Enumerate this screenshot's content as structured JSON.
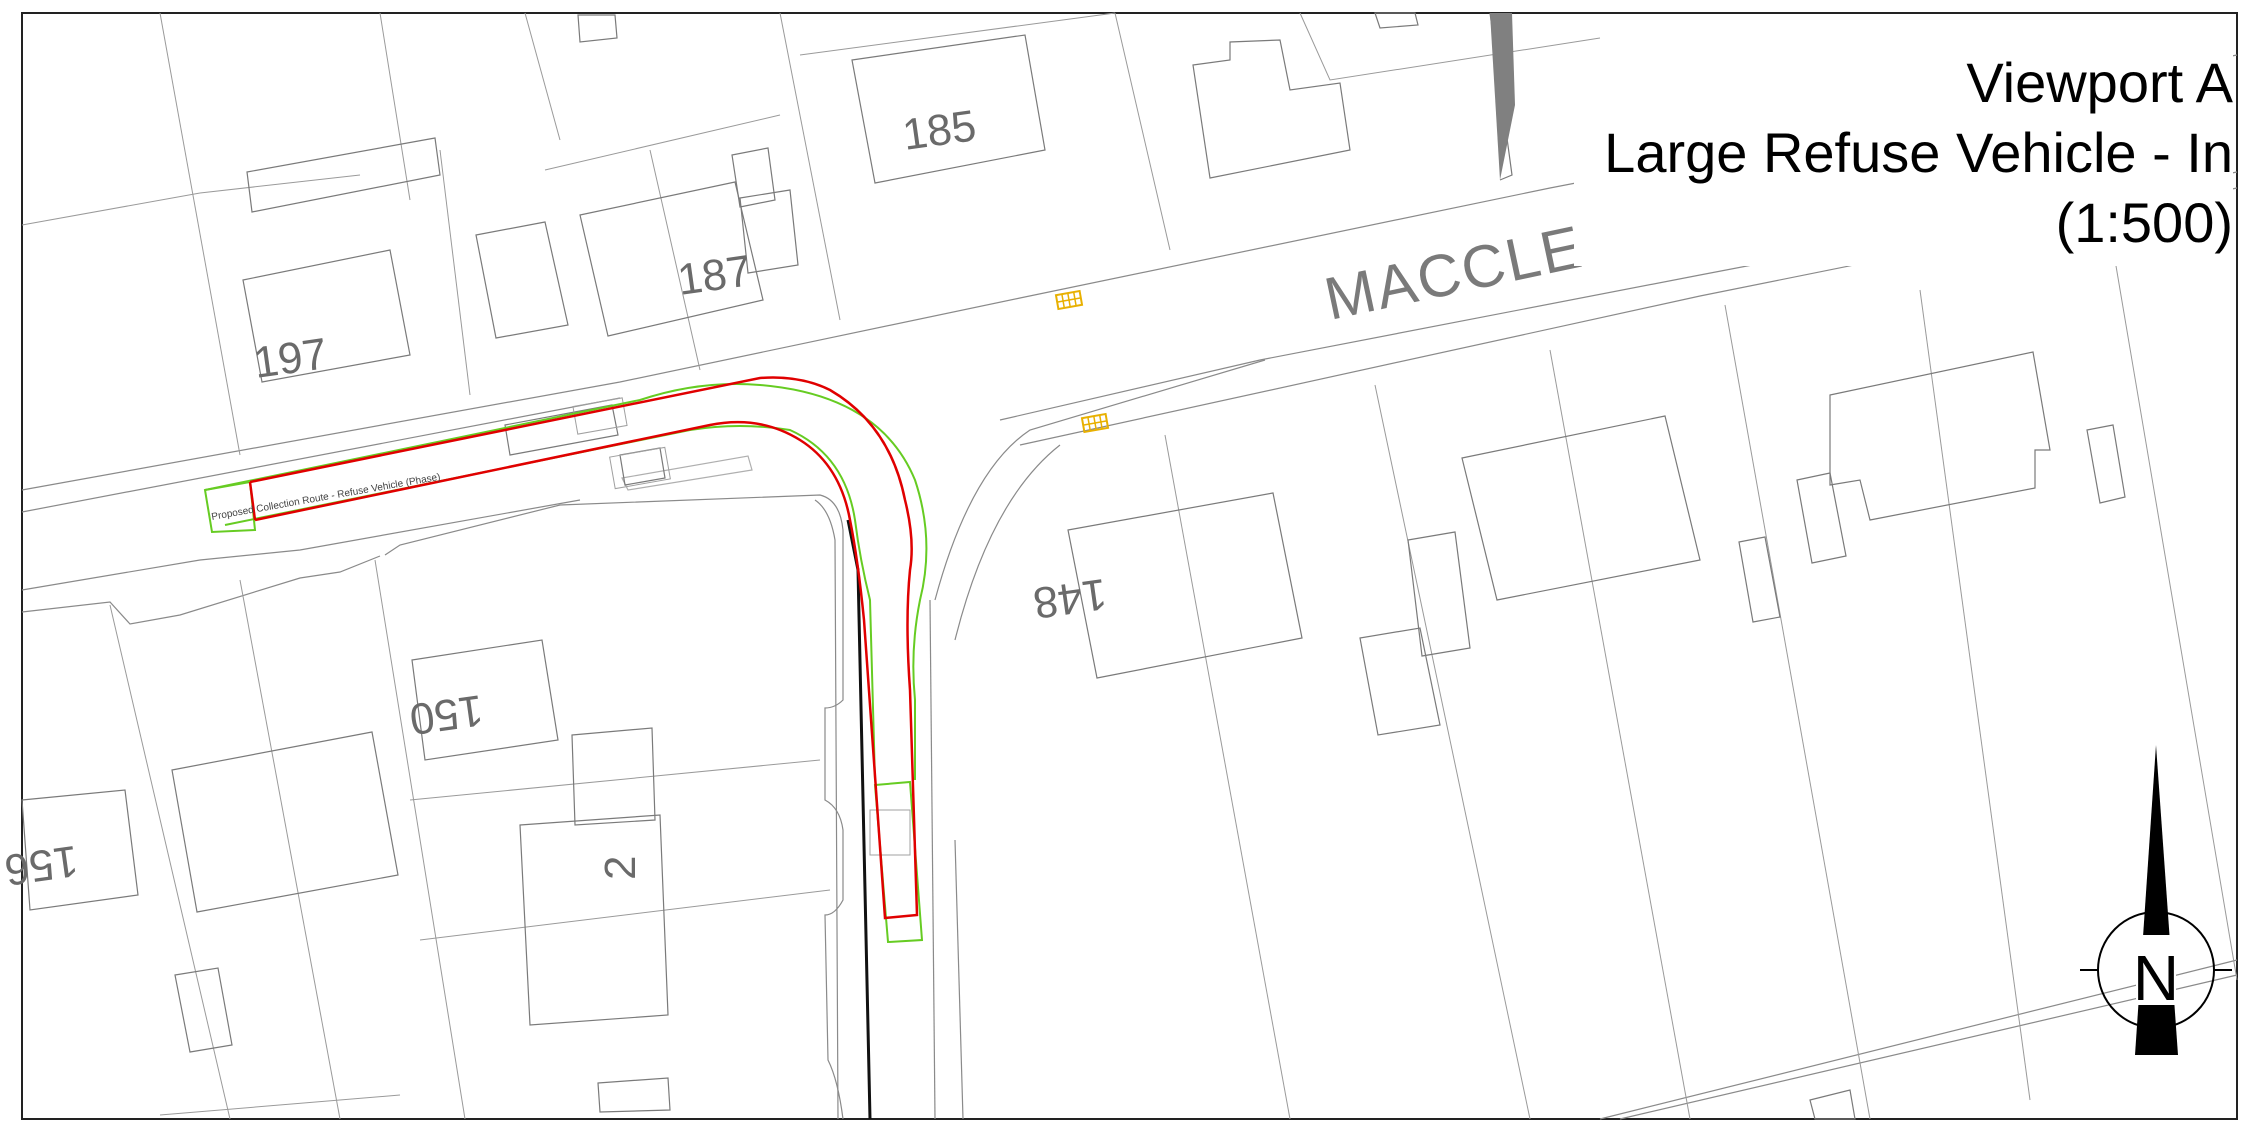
{
  "viewport": {
    "title": "Viewport A",
    "subtitle": "Large Refuse Vehicle - In",
    "scale": "(1:500)"
  },
  "street": {
    "name": "MACCLES"
  },
  "house_numbers": {
    "h185": "185",
    "h187": "187",
    "h197": "197",
    "h148": "148",
    "h150": "150",
    "h156": "156",
    "h2": "2"
  },
  "vehicle_label": "Proposed Collection Route - Refuse Vehicle (Phase)",
  "north_arrow": {
    "label": "N"
  },
  "colors": {
    "vehicle_body": "#e00000",
    "swept_path": "#66cc22",
    "bin_store": "#e8b000",
    "linework": "#808080"
  }
}
